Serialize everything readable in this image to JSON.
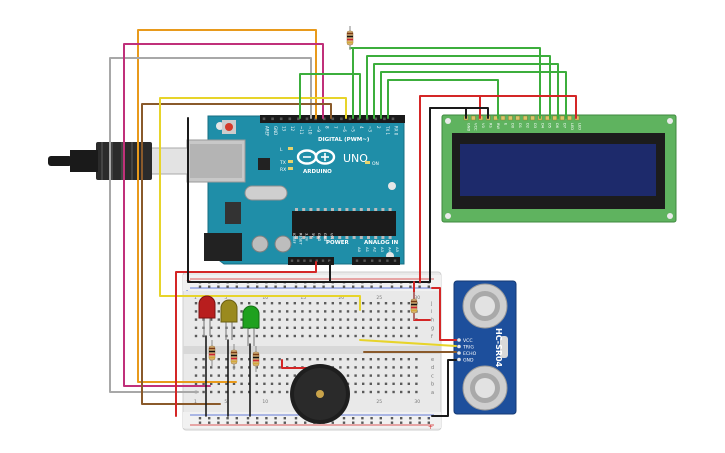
{
  "arduino": {
    "brand": "ARDUINO",
    "model": "UNO",
    "digital_header": "DIGITAL (PWM~)",
    "power_header": "POWER",
    "analog_header": "ANALOG IN",
    "led_l": "L",
    "led_tx": "TX",
    "led_rx": "RX",
    "led_on": "ON",
    "digital_pins": [
      "AREF",
      "GND",
      "13",
      "12",
      "~11",
      "~10",
      "~9",
      "8",
      "7",
      "~6",
      "~5",
      "4",
      "~3",
      "2",
      "TX 1",
      "RX 0"
    ],
    "power_pins": [
      "IOREF",
      "RESET",
      "3.3V",
      "5V",
      "GND",
      "GND",
      "Vin"
    ],
    "analog_pins": [
      "A0",
      "A1",
      "A2",
      "A3",
      "A4",
      "A5"
    ]
  },
  "ultrasonic": {
    "model": "HC-SR04",
    "pins": [
      "VCC",
      "TRIG",
      "ECHO",
      "GND"
    ]
  },
  "lcd": {
    "pin_labels": [
      "GND",
      "VCC",
      "V0",
      "RS",
      "RW",
      "E",
      "D0",
      "D1",
      "D2",
      "D3",
      "D4",
      "D5",
      "D6",
      "D7",
      "LED",
      "LED"
    ]
  },
  "breadboard": {
    "column_numbers": [
      "1",
      "5",
      "10",
      "15",
      "20",
      "25",
      "30"
    ],
    "row_letters_top": [
      "j",
      "i",
      "h",
      "g",
      "f"
    ],
    "row_letters_bottom": [
      "e",
      "d",
      "c",
      "b",
      "a"
    ],
    "rail_plus": "+",
    "rail_minus": "-"
  },
  "colors": {
    "board_teal": "#1f8ea8",
    "lcd_green": "#5fb35f",
    "lcd_screen": "#1d2a6b",
    "sensor_blue": "#1d4f9c",
    "wire_orange": "#e89a1c",
    "wire_pink": "#c0307a",
    "wire_gray": "#a8a8a8",
    "wire_brown": "#8a5a2b",
    "wire_yellow": "#e7d42a",
    "wire_green": "#3cae3c",
    "wire_red": "#d42626",
    "wire_black": "#1a1a1a",
    "led_red": "#b81e1e",
    "led_yellow": "#9a8a1e",
    "led_green": "#1ea11e"
  }
}
